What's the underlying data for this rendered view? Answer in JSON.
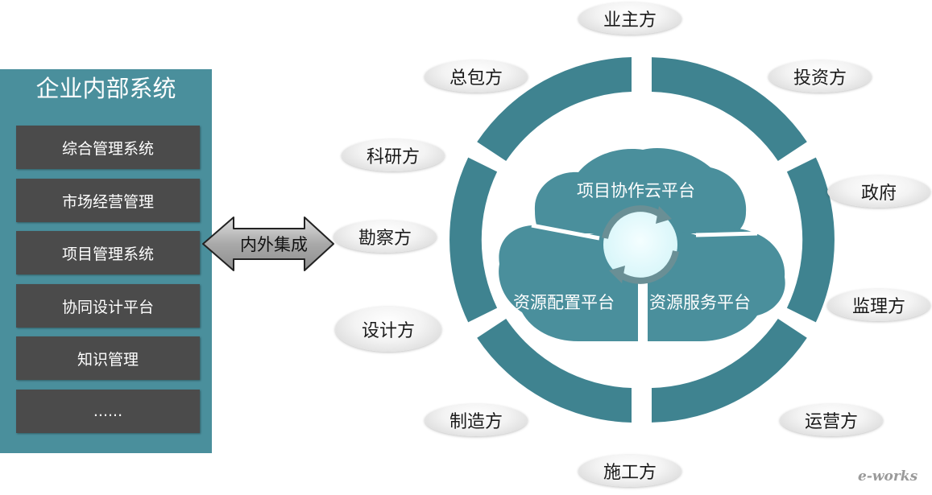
{
  "panel": {
    "title": "企业内部系统",
    "items": [
      "综合管理系统",
      "市场经营管理",
      "项目管理系统",
      "协同设计平台",
      "知识管理",
      "......"
    ]
  },
  "integration": {
    "label": "内外集成"
  },
  "cloud": {
    "top_label": "项目协作云平台",
    "left_label": "资源配置平台",
    "right_label": "资源服务平台"
  },
  "parties": {
    "owner": "业主方",
    "general_contractor": "总包方",
    "investor": "投资方",
    "research": "科研方",
    "government": "政府",
    "survey": "勘察方",
    "supervisor": "监理方",
    "design": "设计方",
    "manufacturer": "制造方",
    "operator": "运营方",
    "construction": "施工方"
  },
  "colors": {
    "panel": "#4a8f9c",
    "item": "#4b4b4b",
    "ring": "#3f8390",
    "cloud": "#4a8f9c",
    "center": "#e3fbfd"
  },
  "watermark": "e-works"
}
